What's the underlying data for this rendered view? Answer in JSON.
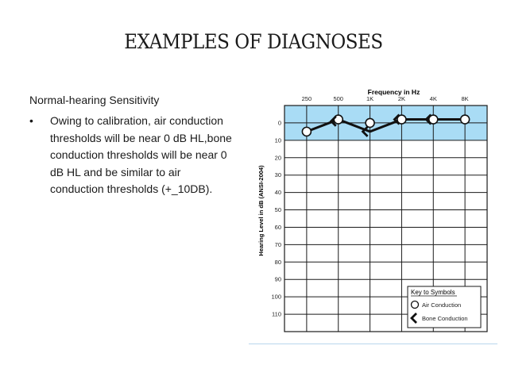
{
  "slide": {
    "title": "EXAMPLES OF DIAGNOSES",
    "subtitle": "Normal-hearing Sensitivity",
    "bullet_symbol": "•",
    "bullet_text": "Owing to calibration, air conduction thresholds will be near 0 dB HL,bone conduction thresholds will be near 0 dB HL and be similar to air conduction thresholds (+_10DB)."
  },
  "colors": {
    "normal_band": "#a9dcf5",
    "grid": "#1a1a1a",
    "series": "#111111"
  },
  "chart_data": {
    "type": "line",
    "title": "Frequency in Hz",
    "ylabel": "Hearing Level in dB (ANSI-2004)",
    "x": [
      "250",
      "500",
      "1K",
      "2K",
      "4K",
      "8K"
    ],
    "ylim": [
      -10,
      120
    ],
    "y_ticks": [
      0,
      10,
      20,
      30,
      40,
      50,
      60,
      70,
      80,
      90,
      100,
      110
    ],
    "y_inverted": true,
    "shaded_band": [
      -10,
      10
    ],
    "grid": true,
    "series": [
      {
        "name": "Air Conduction",
        "marker": "circle",
        "values": [
          5,
          -2,
          0,
          -2,
          -2,
          -2
        ]
      },
      {
        "name": "Bone Conduction",
        "marker": "chevron",
        "x": [
          "500",
          "1K",
          "2K",
          "4K"
        ],
        "values": [
          -1,
          5,
          -2,
          -2
        ]
      }
    ],
    "legend": {
      "title": "Key to Symbols",
      "placement": "bottom-right",
      "items": [
        "Air Conduction",
        "Bone Conduction"
      ]
    }
  }
}
